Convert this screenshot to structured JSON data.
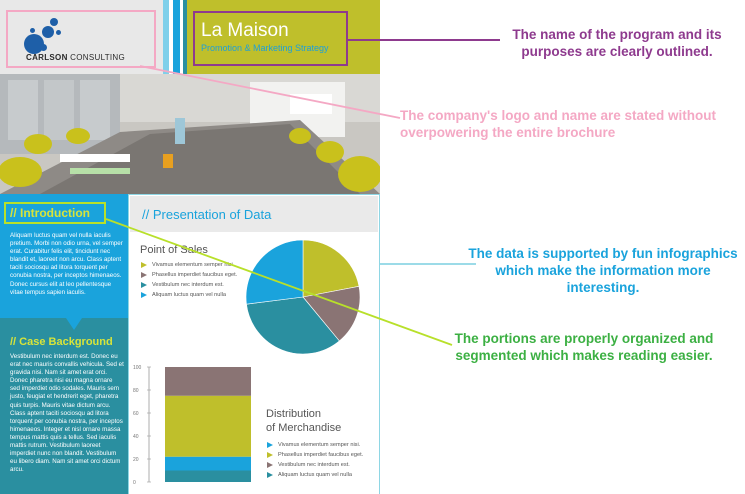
{
  "brochure": {
    "logo": {
      "company_bold": "CARLSON",
      "company_rest": " CONSULTING"
    },
    "title": {
      "main": "La Maison",
      "subtitle": "Promotion & Marketing Strategy"
    },
    "introduction": {
      "heading": "// Introduction",
      "body": "Aliquam luctus quam vel nulla iaculis pretium. Morbi non odio urna, vel semper erat. Curabitur felis elit, tincidunt nec blandit et, laoreet non arcu. Class aptent taciti sociosqu ad litora torquent per conubia nostra, per inceptos himenaeos. Donec cursus elit at leo pellentesque vitae tempus sapien iaculis."
    },
    "case_background": {
      "heading": "// Case Background",
      "body": "Vestibulum nec interdum est. Donec eu erat nec mauris convallis vehicula. Sed et gravida nisi. Nam sit amet erat orci. Donec pharetra nisi eu magna ornare sed imperdiet odio sodales. Mauris sem justo, feugiat et hendrerit eget, pharetra quis turpis. Mauris vitae dictum arcu. Class aptent taciti sociosqu ad litora torquent per conubia nostra, per inceptos himenaeos. Integer et nisl ornare massa tempus mattis quis a tellus. Sed iaculis mattis rutrum. Vestibulum laoreet imperdiet nunc non blandit. Vestibulum eu libero diam. Nam sit amet orci dictum arcu."
    },
    "data_section": {
      "heading": "// Presentation of Data"
    }
  },
  "chart_data": [
    {
      "type": "pie",
      "title": "Point of Sales",
      "labels": [
        "Vivamus elementum semper nisi.",
        "Phasellus imperdiet faucibus eget.",
        "Vestibulum nec interdum est.",
        "Aliquam luctus quam vel nulla"
      ],
      "values": [
        22,
        17,
        34,
        27
      ],
      "colors": [
        "#bfbf2b",
        "#8a7474",
        "#2a8fa0",
        "#1aa3dc"
      ]
    },
    {
      "type": "bar",
      "title_line1": "Distribution",
      "title_line2": "of Merchandise",
      "stacked": true,
      "y_ticks": [
        "100",
        "80",
        "60",
        "40",
        "20",
        "0"
      ],
      "ylim": [
        0,
        100
      ],
      "series": [
        {
          "name": "Aliquam luctus quam vel nulla",
          "values": [
            10
          ],
          "color": "#2a8fa0"
        },
        {
          "name": "Vivamus elementum semper nisi.",
          "values": [
            12
          ],
          "color": "#1aa3dc"
        },
        {
          "name": "Phasellus imperdiet faucibus eget.",
          "values": [
            53
          ],
          "color": "#bfbf2b"
        },
        {
          "name": "Vestibulum nec interdum est.",
          "values": [
            25
          ],
          "color": "#8a7474"
        }
      ],
      "legend": [
        {
          "label": "Vivamus elementum semper nisi.",
          "color": "#1aa3dc"
        },
        {
          "label": "Phasellus imperdiet faucibus eget.",
          "color": "#bfbf2b"
        },
        {
          "label": "Vestibulum nec interdum est.",
          "color": "#8a7474"
        },
        {
          "label": "Aliquam luctus quam vel nulla",
          "color": "#2a8fa0"
        }
      ]
    }
  ],
  "annotations": {
    "program_name": "The name of the program and its purposes are clearly outlined.",
    "logo_name": "The company's logo and name are stated without overpowering the entire brochure",
    "data_support": "The data is supported by fun infographics which make the information more interesting.",
    "portions": "The portions are properly organized and segmented which makes reading easier."
  },
  "colors": {
    "annotation_purple": "#8e3a8e",
    "annotation_pink": "#f4a8c4",
    "annotation_blue": "#1aa3dc",
    "annotation_green": "#3cb043",
    "brand_olive": "#bfbf2b",
    "brand_teal": "#2a8fa0"
  }
}
